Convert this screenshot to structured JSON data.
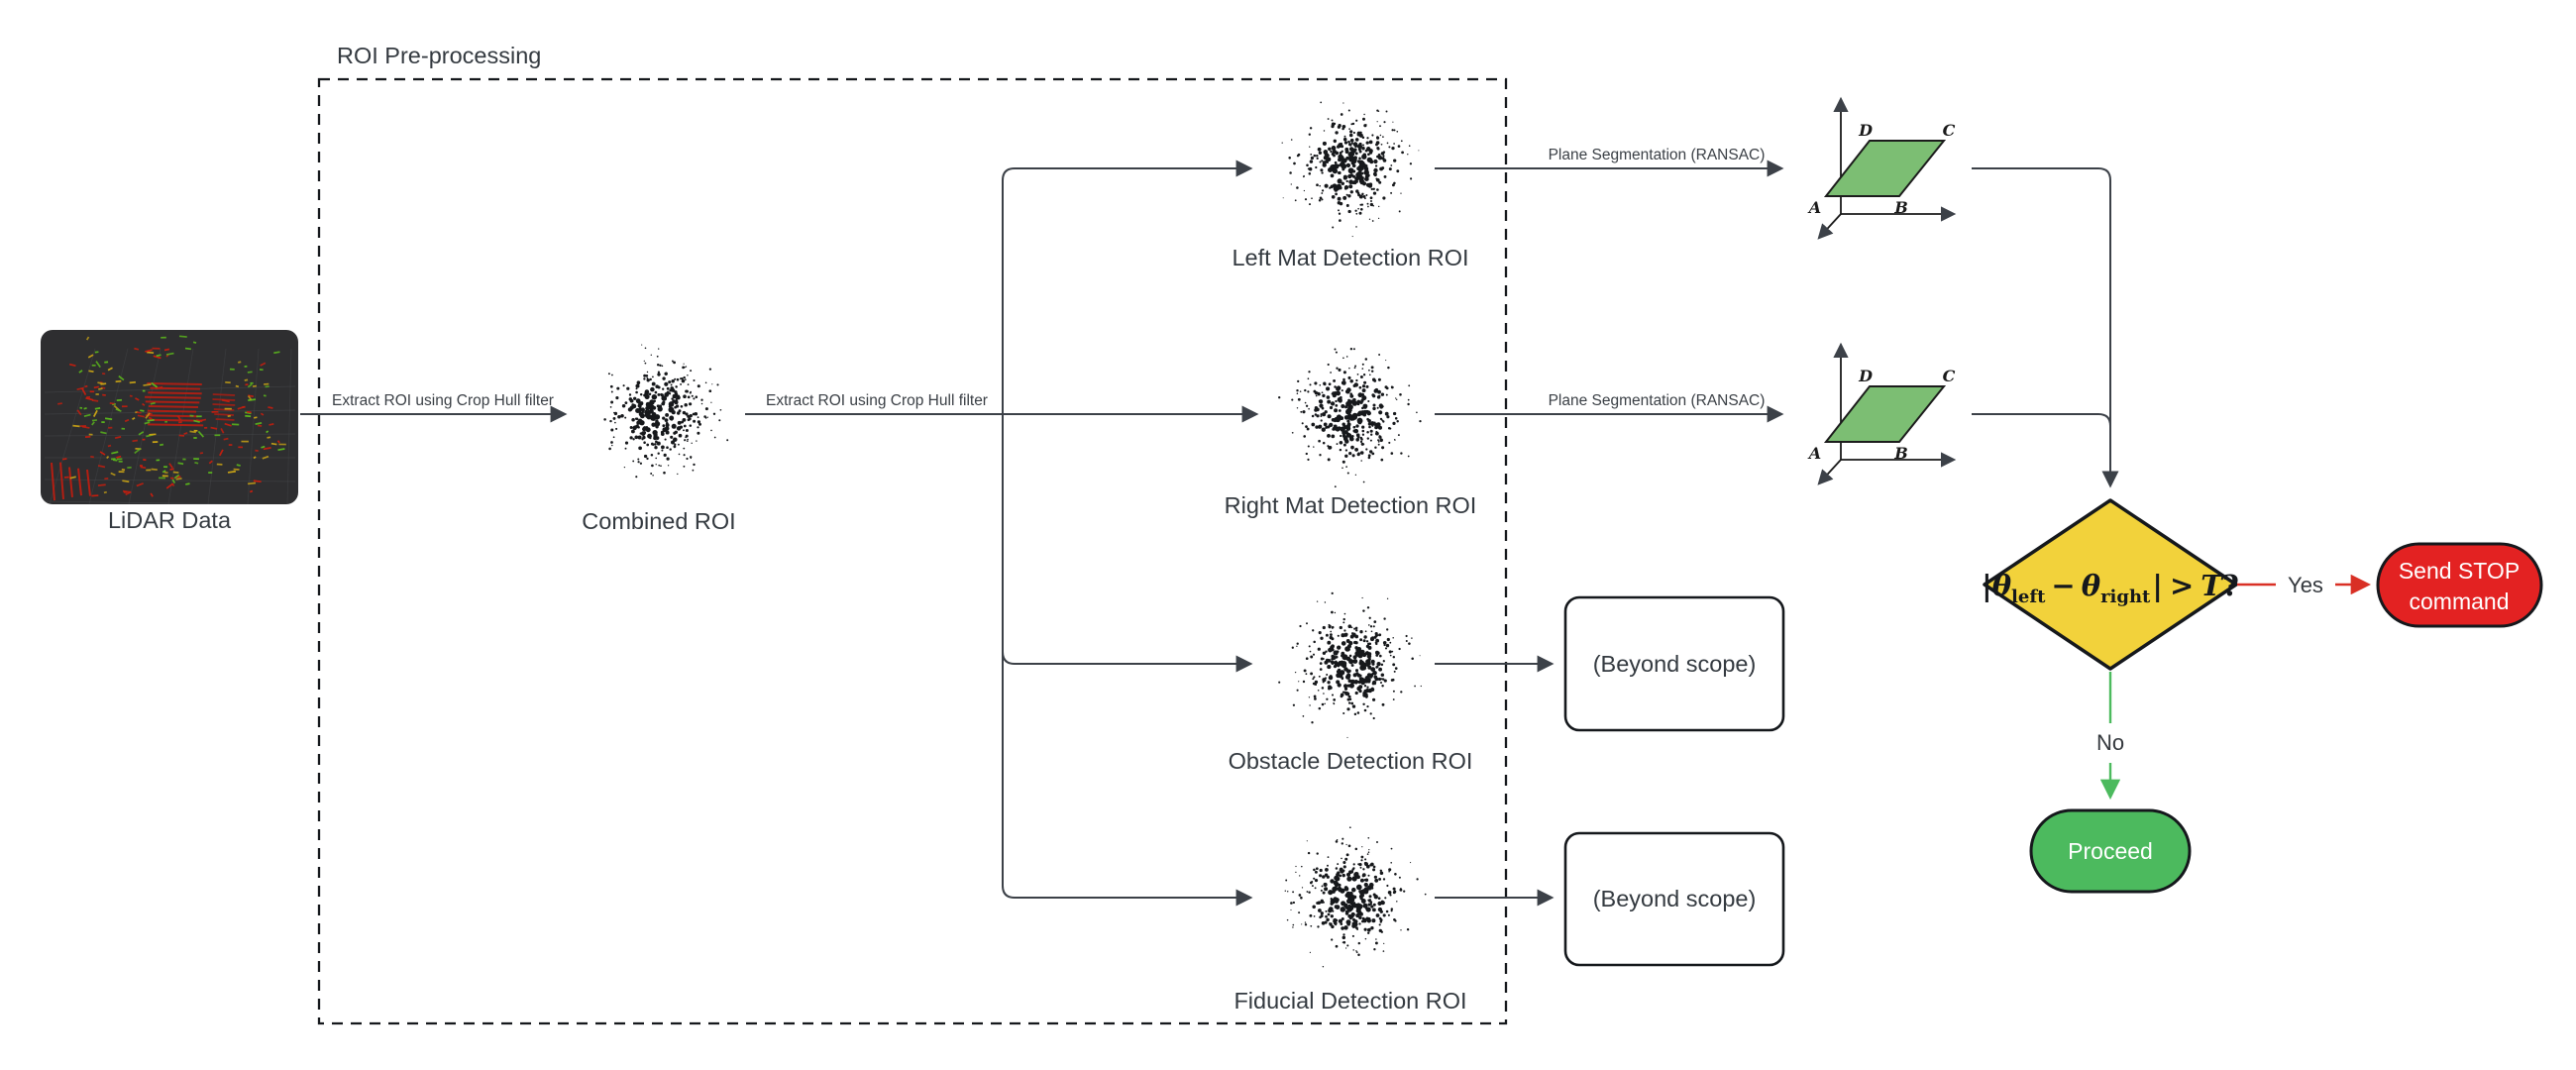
{
  "diagram": {
    "container_label": "ROI Pre-processing",
    "nodes": {
      "lidar": {
        "label": "LiDAR Data"
      },
      "combined_roi": {
        "label": "Combined ROI"
      },
      "left_mat_roi": {
        "label": "Left Mat Detection ROI"
      },
      "right_mat_roi": {
        "label": "Right Mat Detection ROI"
      },
      "obstacle_roi": {
        "label": "Obstacle Detection ROI"
      },
      "fiducial_roi": {
        "label": "Fiducial Detection ROI"
      },
      "beyond_scope_obstacle": {
        "label": "(Beyond scope)"
      },
      "beyond_scope_fiducial": {
        "label": "(Beyond scope)"
      },
      "plane_left": {
        "corners": {
          "a": "A",
          "b": "B",
          "c": "C",
          "d": "D"
        }
      },
      "plane_right": {
        "corners": {
          "a": "A",
          "b": "B",
          "c": "C",
          "d": "D"
        }
      },
      "decision": {
        "bar_open": "|",
        "theta1": "θ",
        "sub_left": "left",
        "minus": "−",
        "theta2": "θ",
        "sub_right": "right",
        "bar_close": "|",
        "gt": ">",
        "t_var": "T",
        "question": "?"
      },
      "send_stop": {
        "line1": "Send STOP",
        "line2": "command"
      },
      "proceed": {
        "label": "Proceed"
      }
    },
    "edges": {
      "extract_roi_1": {
        "label": "Extract ROI using Crop Hull filter"
      },
      "extract_roi_2": {
        "label": "Extract ROI using Crop Hull filter"
      },
      "plane_seg_left": {
        "label": "Plane Segmentation (RANSAC)"
      },
      "plane_seg_right": {
        "label": "Plane Segmentation (RANSAC)"
      },
      "yes": {
        "label": "Yes"
      },
      "no": {
        "label": "No"
      }
    },
    "colors": {
      "decision_fill": "#F2D23B",
      "stop_fill": "#E32222",
      "proceed_fill": "#4CBA5E",
      "plane_fill": "#7CBE73",
      "yes_edge": "#D93025",
      "no_edge": "#4CBA5E",
      "connector": "#3C4148",
      "lidar_bg": "#2E2E30"
    }
  }
}
